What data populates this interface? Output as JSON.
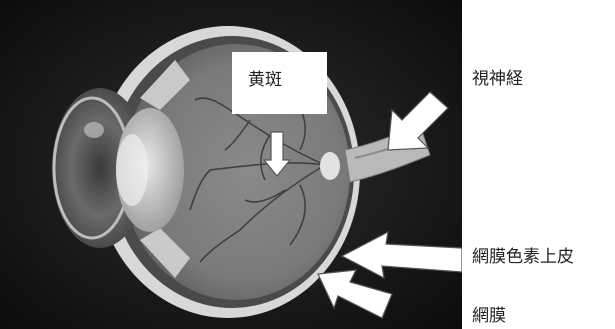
{
  "labels": {
    "macula": "黄斑",
    "optic_nerve": "視神経",
    "retinal_pigment_epithelium": "網膜色素上皮",
    "retina": "網膜"
  }
}
